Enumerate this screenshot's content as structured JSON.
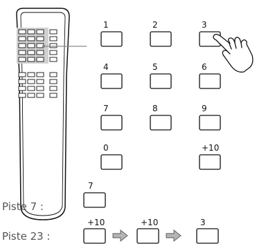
{
  "keypad": {
    "k1": "1",
    "k2": "2",
    "k3": "3",
    "k4": "4",
    "k5": "5",
    "k6": "6",
    "k7": "7",
    "k8": "8",
    "k9": "9",
    "k0": "0",
    "k10": "+10"
  },
  "examples": [
    {
      "caption": "Piste 7 :",
      "keys": [
        "7"
      ]
    },
    {
      "caption": "Piste 23 :",
      "keys": [
        "+10",
        "+10",
        "3"
      ]
    }
  ],
  "icons": {
    "hand": "pointing-hand-icon",
    "arrow": "right-arrow-icon",
    "remote": "remote-control-icon"
  }
}
